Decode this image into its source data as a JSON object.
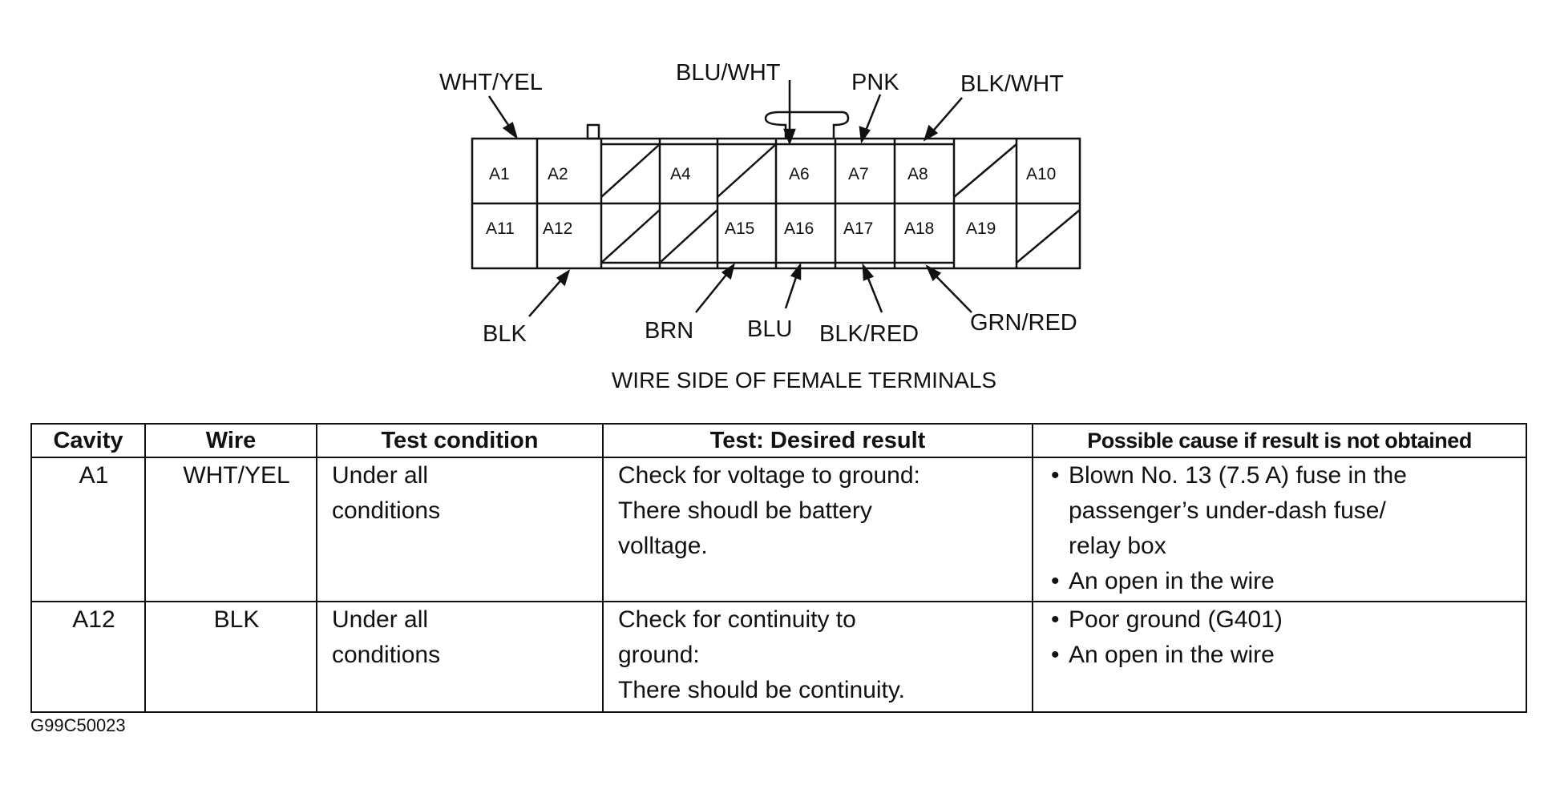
{
  "connector": {
    "top_row": [
      "A1",
      "A2",
      "",
      "A4",
      "",
      "A6",
      "A7",
      "A8",
      "",
      "A10"
    ],
    "bottom_row": [
      "A11",
      "A12",
      "",
      "",
      "A15",
      "A16",
      "A17",
      "A18",
      "A19",
      ""
    ],
    "wire_labels_top": {
      "a1": "WHT/YEL",
      "a6": "BLU/WHT",
      "a7": "PNK",
      "a8": "BLK/WHT"
    },
    "wire_labels_bottom": {
      "a12": "BLK",
      "a15": "BRN",
      "a16": "BLU",
      "a17": "BLK/RED",
      "a18": "GRN/RED"
    },
    "caption": "WIRE SIDE OF FEMALE TERMINALS"
  },
  "table": {
    "headers": [
      "Cavity",
      "Wire",
      "Test condition",
      "Test: Desired result",
      "Possible cause if result is not obtained"
    ],
    "rows": [
      {
        "cavity": "A1",
        "wire": "WHT/YEL",
        "condition": [
          "Under all",
          "conditions"
        ],
        "result": [
          "Check for voltage to ground:",
          "There shoudl be battery",
          "volltage."
        ],
        "causes": [
          [
            "Blown No. 13 (7.5 A) fuse in the",
            "passenger’s under-dash fuse/",
            "relay box"
          ],
          [
            "An open in the wire"
          ]
        ]
      },
      {
        "cavity": "A12",
        "wire": "BLK",
        "condition": [
          "Under all",
          "conditions"
        ],
        "result": [
          "Check for continuity to",
          "ground:",
          "There should be continuity."
        ],
        "causes": [
          [
            "Poor ground (G401)"
          ],
          [
            "An open in the wire"
          ]
        ]
      }
    ]
  },
  "figure_code": "G99C50023"
}
